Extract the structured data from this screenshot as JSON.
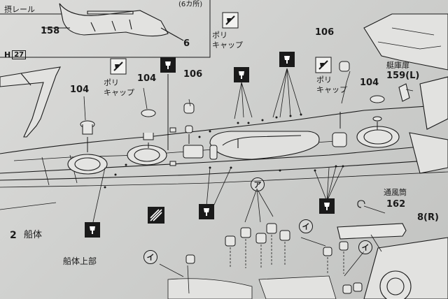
{
  "labels": {
    "rail_text": "摂レール",
    "rail_part": "158",
    "six_places": "(6カ所)",
    "part_6": "6",
    "poly_cap_1": "ポリ\nキャップ",
    "poly_cap_2": "ポリ\nキャップ",
    "poly_cap_3": "ポリ\nキャップ",
    "part_h": "H",
    "part_h_num": "27",
    "part_104_a": "104",
    "part_104_b": "104",
    "part_104_c": "104",
    "part_106_a": "106",
    "part_106_b": "106",
    "boat_house_door": "艇庫扉",
    "part_159": "159(L)",
    "vent": "通風筒",
    "part_162": "162",
    "part_8r": "8(R)",
    "hull_step": "2",
    "hull": "船体",
    "upper_hull": "船体上部",
    "marker_a": "ア",
    "marker_i_1": "イ",
    "marker_i_2": "イ",
    "marker_i_3": "イ"
  },
  "icons": {
    "glue": "glue-icon",
    "no_glue": "no-glue-icon",
    "cut": "cut-icon"
  },
  "colors": {
    "ink": "#1a1a1a",
    "paper": "#d4d5d3"
  }
}
